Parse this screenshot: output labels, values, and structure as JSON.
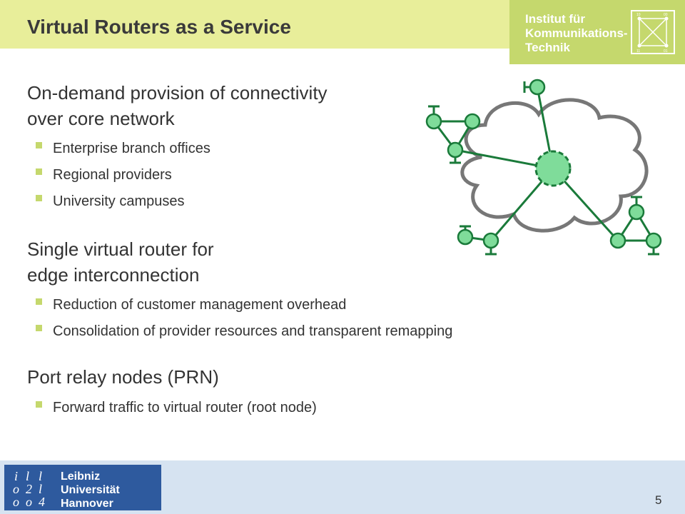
{
  "slide": {
    "title": "Virtual Routers as a Service",
    "page_number": "5"
  },
  "logo_top": {
    "text": "Institut für\nKommunikations-\nTechnik",
    "mark_labels": [
      "10",
      "00",
      "11",
      "01"
    ]
  },
  "logo_bottom": {
    "text": "Leibniz\nUniversität\nHannover",
    "mark_glyphs": [
      "i",
      "l",
      "l",
      "o",
      "2",
      "l",
      "o",
      "o",
      "4"
    ]
  },
  "sections": [
    {
      "heading_lines": [
        "On-demand provision of connectivity",
        "over core network"
      ],
      "bullets": [
        "Enterprise branch offices",
        "Regional providers",
        "University campuses"
      ]
    },
    {
      "heading_lines": [
        "Single virtual router for",
        "edge interconnection"
      ],
      "bullets": [
        "Reduction of customer management overhead",
        "Consolidation of provider resources and transparent remapping"
      ]
    },
    {
      "heading_lines": [
        "Port relay nodes (PRN)"
      ],
      "bullets": [
        "Forward traffic to virtual router (root node)"
      ]
    }
  ],
  "colors": {
    "title_band": "#e8ee9a",
    "logo_green": "#c5d86d",
    "node_fill": "#7fdc9a",
    "link_green": "#1a7a3a",
    "cloud_stroke": "#777777",
    "footer": "#d6e3f1",
    "luh_blue": "#2e5a9e"
  }
}
